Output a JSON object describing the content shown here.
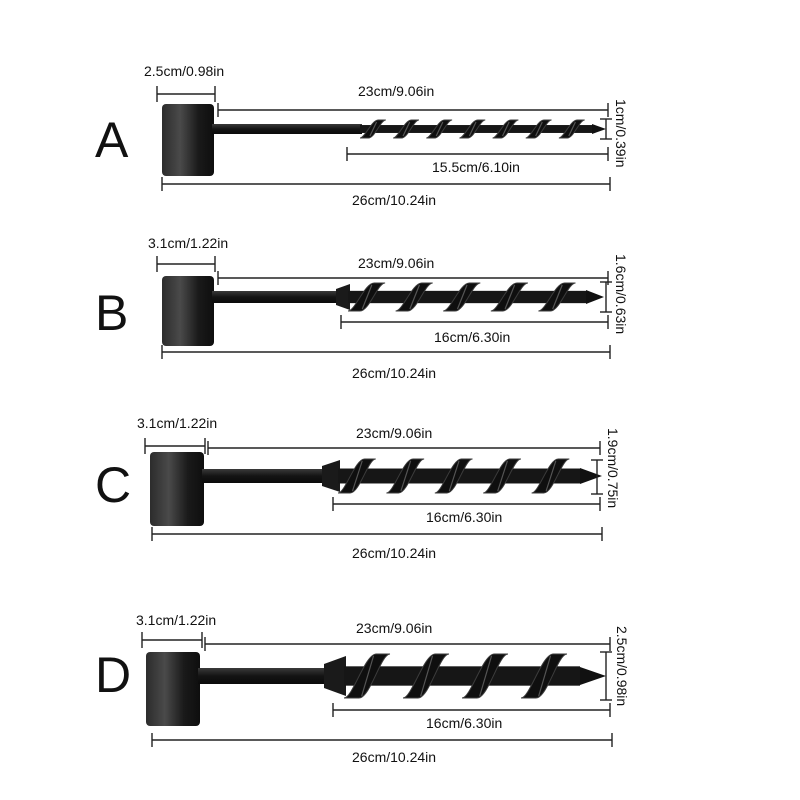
{
  "variants": [
    {
      "letter": "A",
      "handle_width": "2.5cm/0.98in",
      "shaft_length": "23cm/9.06in",
      "diameter": "1cm/0.39in",
      "spiral_length": "15.5cm/6.10in",
      "total_length": "26cm/10.24in"
    },
    {
      "letter": "B",
      "handle_width": "3.1cm/1.22in",
      "shaft_length": "23cm/9.06in",
      "diameter": "1.6cm/0.63in",
      "spiral_length": "16cm/6.30in",
      "total_length": "26cm/10.24in"
    },
    {
      "letter": "C",
      "handle_width": "3.1cm/1.22in",
      "shaft_length": "23cm/9.06in",
      "diameter": "1.9cm/0.75in",
      "spiral_length": "16cm/6.30in",
      "total_length": "26cm/10.24in"
    },
    {
      "letter": "D",
      "handle_width": "3.1cm/1.22in",
      "shaft_length": "23cm/9.06in",
      "diameter": "2.5cm/0.98in",
      "spiral_length": "16cm/6.30in",
      "total_length": "26cm/10.24in"
    }
  ],
  "colors": {
    "tool": "#141414",
    "tool_highlight": "#3a3a3a",
    "line": "#222222",
    "text": "#111111"
  }
}
